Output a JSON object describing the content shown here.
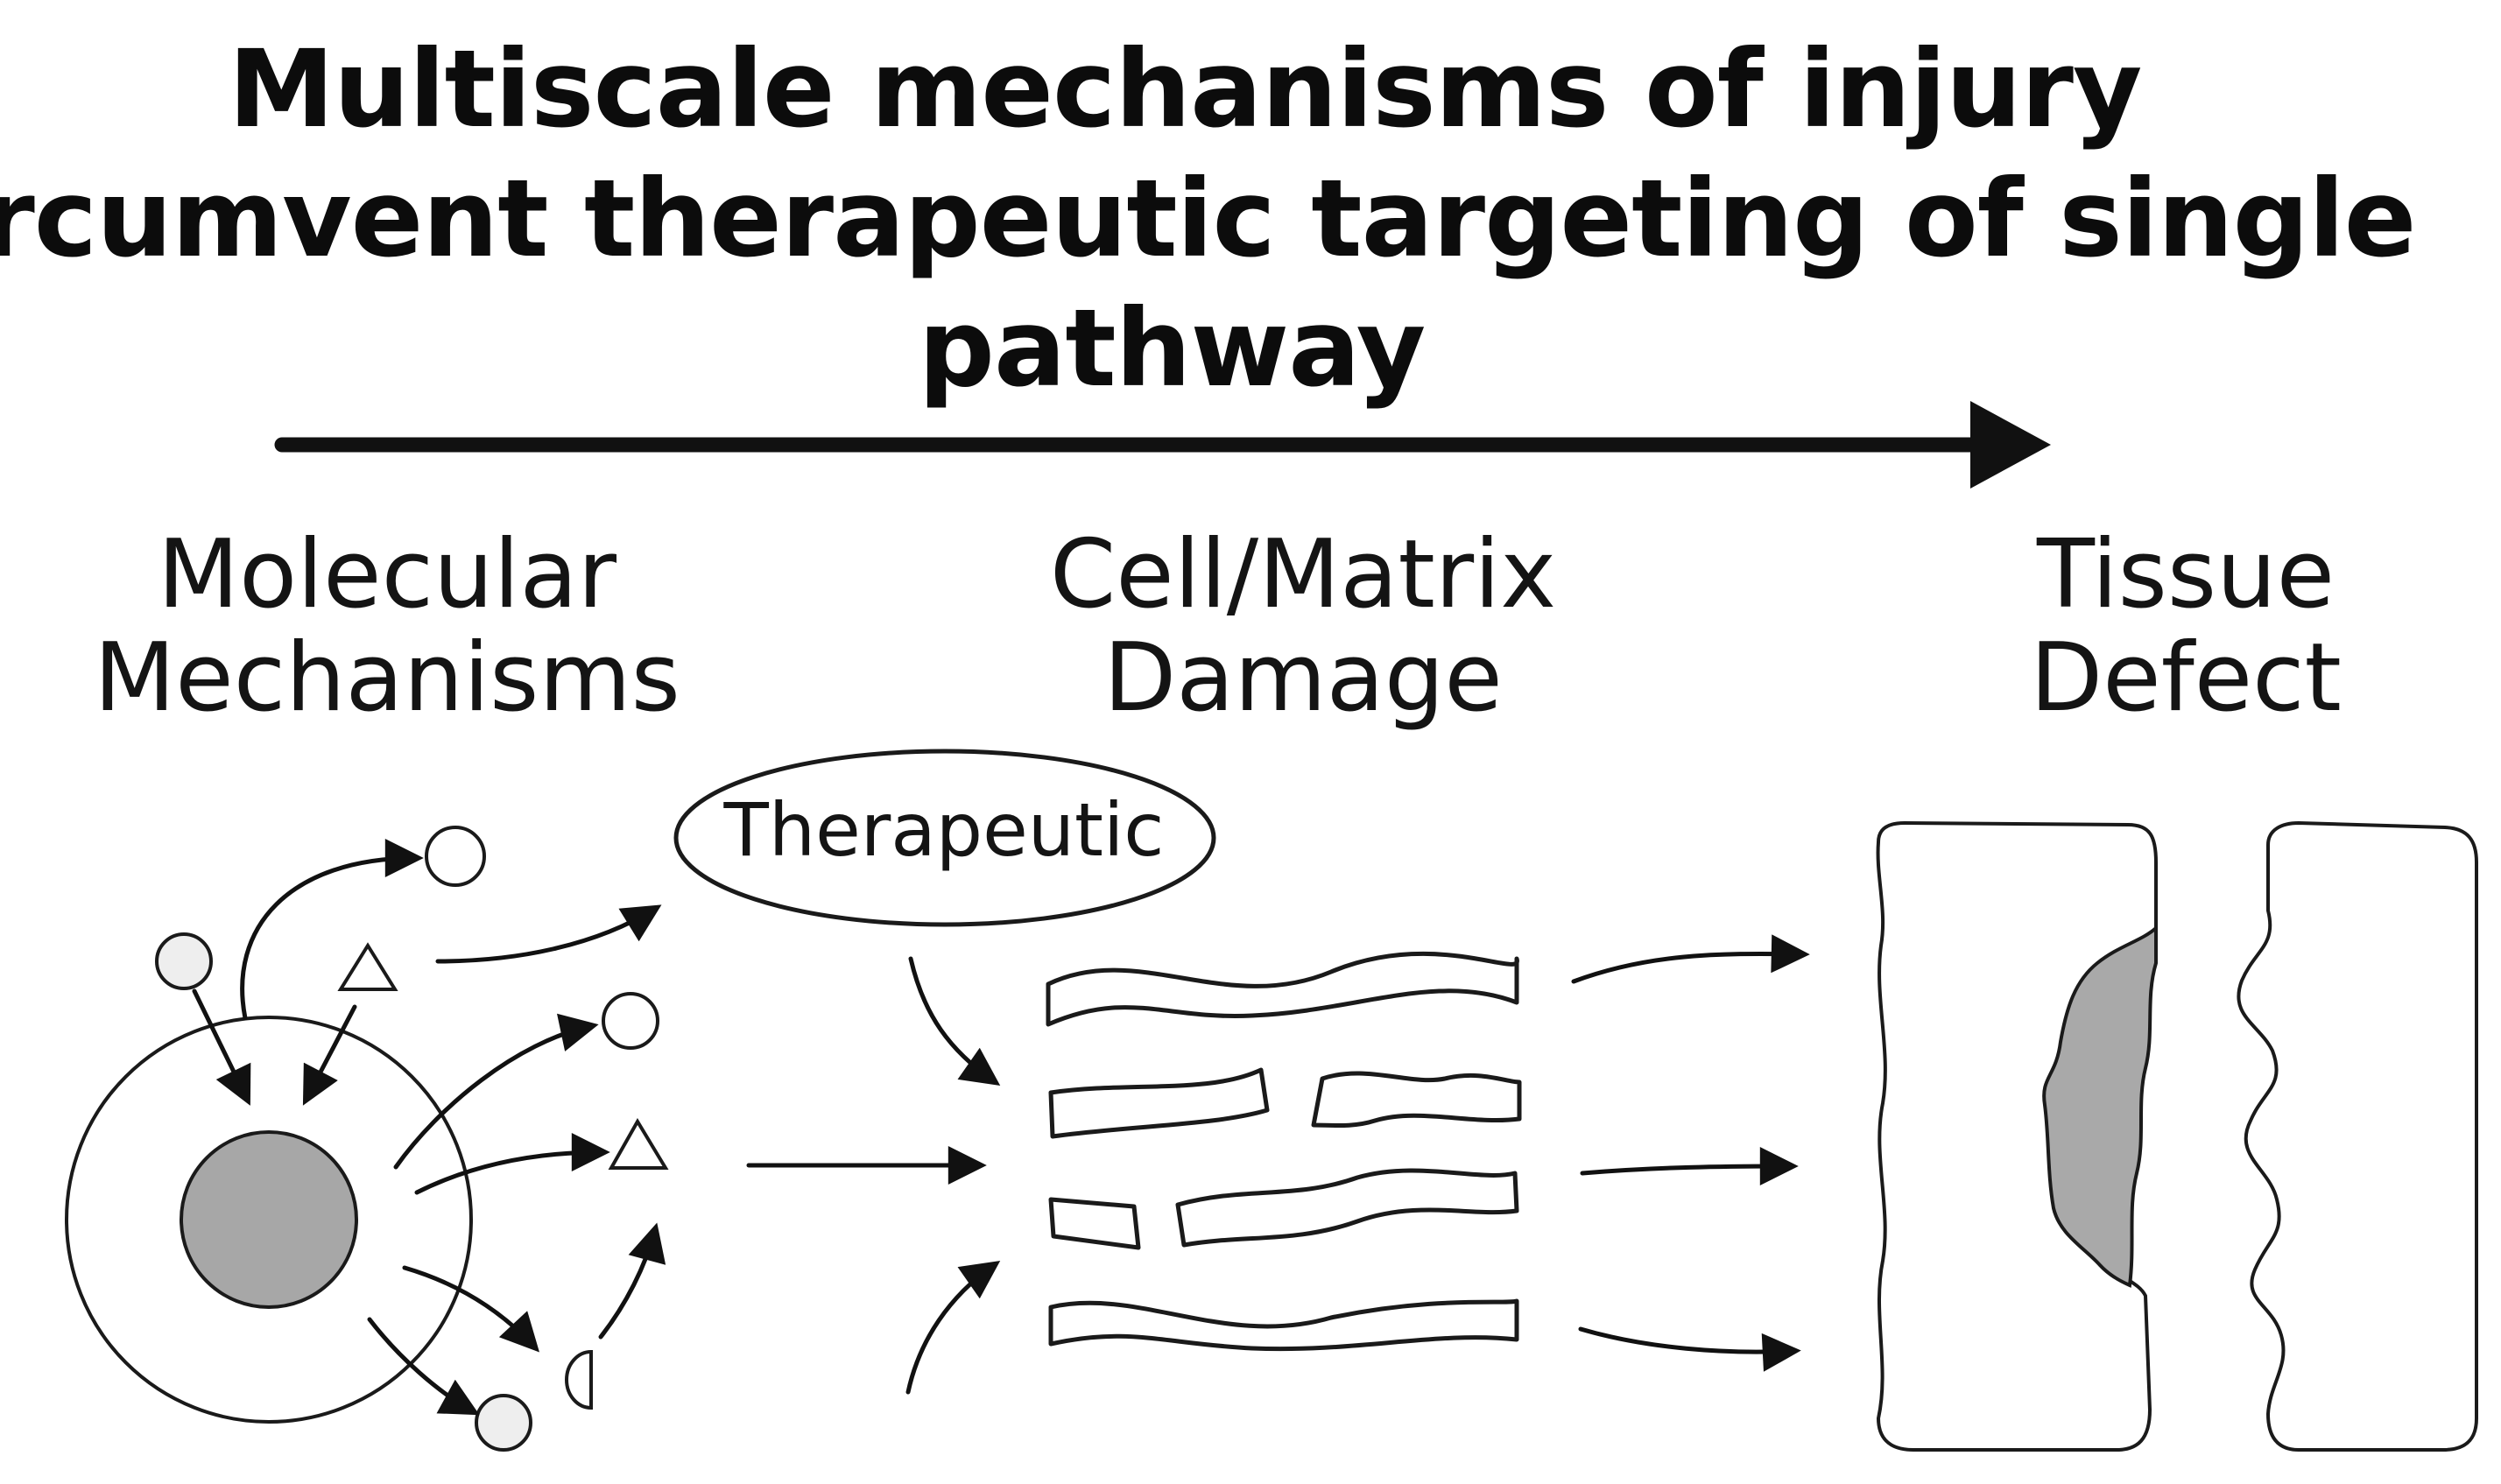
{
  "title": {
    "line1": "Multiscale mechanisms of injury",
    "line2": "circumvent therapeutic targeting of single",
    "line3": "pathway"
  },
  "stages": {
    "molecular": {
      "line1": "Molecular",
      "line2": "Mechanisms"
    },
    "cell": {
      "line1": "Cell/Matrix",
      "line2": "Damage"
    },
    "tissue": {
      "line1": "Tissue",
      "line2": "Defect"
    }
  },
  "therapeutic_label": "Therapeutic",
  "colors": {
    "ink": "#111111",
    "nucleus_fill": "#a7a7a7",
    "defect_fill": "#a9a9a9",
    "molecule_fill": "#eeeeee"
  }
}
